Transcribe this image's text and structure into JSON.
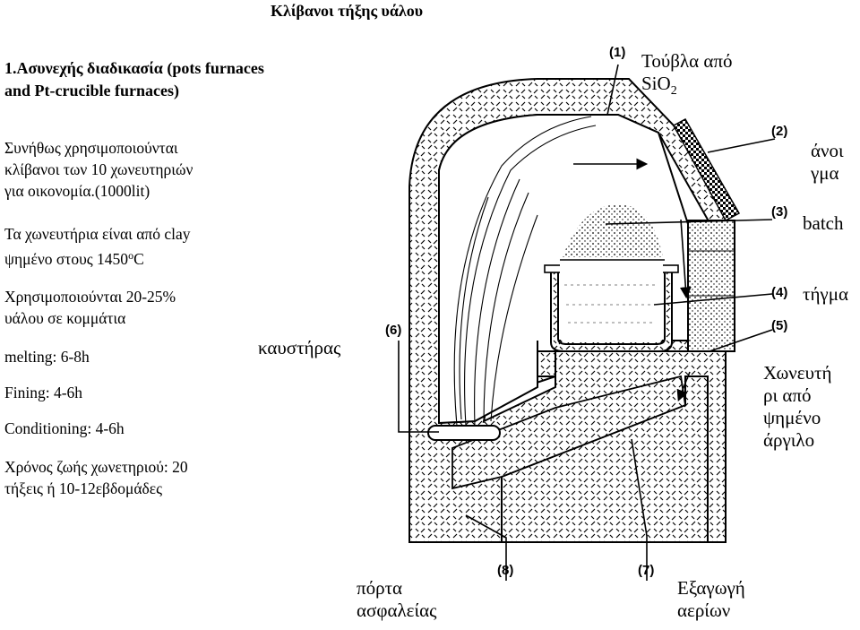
{
  "title": "Κλίβανοι τήξης υάλου",
  "left_text": {
    "heading": [
      "1.Ασυνεχής διαδικασία (pots furnaces",
      "and Pt-crucible furnaces)"
    ],
    "p1": [
      "Συνήθως χρησιμοποιούνται",
      "κλίβανοι των 10 χωνευτηριών",
      "για οικονομία.(1000lit)"
    ],
    "p2_line1": "Τα χωνευτήρια είναι από clay",
    "p2_line2_pre": "ψημένο στους 1450",
    "p2_line2_sup": "o",
    "p2_line2_post": "C",
    "p3": [
      "Χρησιμοποιούνται 20-25%",
      "υάλου σε κομμάτια"
    ],
    "melting": "melting: 6-8h",
    "fining": "Fining: 4-6h",
    "conditioning": "Conditioning: 4-6h",
    "lifetime": [
      "Χρόνος ζωής χωνετηριού: 20",
      "τήξεις ή 10-12εβδομάδες"
    ]
  },
  "diagram": {
    "numbers": [
      "(1)",
      "(2)",
      "(3)",
      "(4)",
      "(5)",
      "(6)",
      "(7)",
      "(8)"
    ],
    "labels": {
      "bricks": [
        "Τούβλα από"
      ],
      "bricks_sio2_pre": "SiO",
      "bricks_sio2_sub": "2",
      "opening": [
        "άνοι",
        "γμα"
      ],
      "batch": "batch",
      "melt": "τήγμα",
      "crucible": [
        "Χωνευτή",
        "ρι από",
        "ψημένο",
        "άργιλο"
      ],
      "burner": "καυστήρας",
      "door": [
        "πόρτα",
        "ασφαλείας"
      ],
      "exhaust": [
        "Εξαγωγή",
        "αερίων"
      ]
    }
  }
}
